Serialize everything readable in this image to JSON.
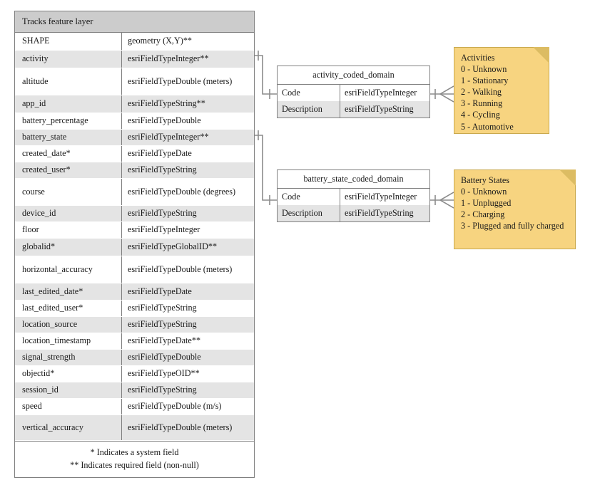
{
  "feature_table": {
    "title": "Tracks feature layer",
    "columns": [
      "field",
      "type"
    ],
    "rows": [
      {
        "field": "SHAPE",
        "type": "geometry (X,Y)**",
        "shaded": false,
        "height": 25
      },
      {
        "field": "activity",
        "type": "esriFieldTypeInteger**",
        "shaded": true,
        "height": 25
      },
      {
        "field": "altitude",
        "type": "esriFieldTypeDouble (meters)",
        "shaded": false,
        "height": 38
      },
      {
        "field": "app_id",
        "type": "esriFieldTypeString**",
        "shaded": true,
        "height": 25
      },
      {
        "field": "battery_percentage",
        "type": "esriFieldTypeDouble",
        "shaded": false,
        "height": 23
      },
      {
        "field": "battery_state",
        "type": "esriFieldTypeInteger**",
        "shaded": true,
        "height": 23
      },
      {
        "field": "created_date*",
        "type": "esriFieldTypeDate",
        "shaded": false,
        "height": 23
      },
      {
        "field": "created_user*",
        "type": "esriFieldTypeString",
        "shaded": true,
        "height": 23
      },
      {
        "field": "course",
        "type": "esriFieldTypeDouble (degrees)",
        "shaded": false,
        "height": 38
      },
      {
        "field": "device_id",
        "type": "esriFieldTypeString",
        "shaded": true,
        "height": 23
      },
      {
        "field": "floor",
        "type": "esriFieldTypeInteger",
        "shaded": false,
        "height": 23
      },
      {
        "field": "globalid*",
        "type": "esriFieldTypeGlobalID**",
        "shaded": true,
        "height": 25
      },
      {
        "field": "horizontal_accuracy",
        "type": "esriFieldTypeDouble (meters)",
        "shaded": false,
        "height": 38
      },
      {
        "field": "last_edited_date*",
        "type": "esriFieldTypeDate",
        "shaded": true,
        "height": 24
      },
      {
        "field": "last_edited_user*",
        "type": "esriFieldTypeString",
        "shaded": false,
        "height": 23
      },
      {
        "field": "location_source",
        "type": "esriFieldTypeString",
        "shaded": true,
        "height": 23
      },
      {
        "field": "location_timestamp",
        "type": "esriFieldTypeDate**",
        "shaded": false,
        "height": 23
      },
      {
        "field": "signal_strength",
        "type": "esriFieldTypeDouble",
        "shaded": true,
        "height": 23
      },
      {
        "field": "objectid*",
        "type": "esriFieldTypeOID**",
        "shaded": false,
        "height": 23
      },
      {
        "field": "session_id",
        "type": "esriFieldTypeString",
        "shaded": true,
        "height": 23
      },
      {
        "field": "speed",
        "type": "esriFieldTypeDouble (m/s)",
        "shaded": false,
        "height": 23
      },
      {
        "field": "vertical_accuracy",
        "type": "esriFieldTypeDouble (meters)",
        "shaded": true,
        "height": 36
      }
    ],
    "footer_lines": [
      "* Indicates a system field",
      "** Indicates required field (non-null)"
    ]
  },
  "domains": [
    {
      "title": "activity_coded_domain",
      "rows": [
        {
          "name": "Code",
          "type": "esriFieldTypeInteger",
          "shaded": false
        },
        {
          "name": "Description",
          "type": "esriFieldTypeString",
          "shaded": true
        }
      ]
    },
    {
      "title": "battery_state_coded_domain",
      "rows": [
        {
          "name": "Code",
          "type": "esriFieldTypeInteger",
          "shaded": false
        },
        {
          "name": "Description",
          "type": "esriFieldTypeString",
          "shaded": true
        }
      ]
    }
  ],
  "notes": [
    {
      "title": "Activities",
      "lines": [
        "0 - Unknown",
        "1 - Stationary",
        "2 - Walking",
        "3 - Running",
        "4 - Cycling",
        "5 - Automotive"
      ]
    },
    {
      "title": "Battery States",
      "lines": [
        "0 - Unknown",
        "1 - Unplugged",
        "2 - Charging",
        "3 - Plugged and fully charged"
      ]
    }
  ],
  "colors": {
    "header_gray": "#cccccc",
    "row_shade": "#e4e4e4",
    "border_gray": "#808080",
    "note_yellow": "#f7d480",
    "note_fold": "#dcbc63",
    "connector_gray": "#8c8c8c"
  }
}
